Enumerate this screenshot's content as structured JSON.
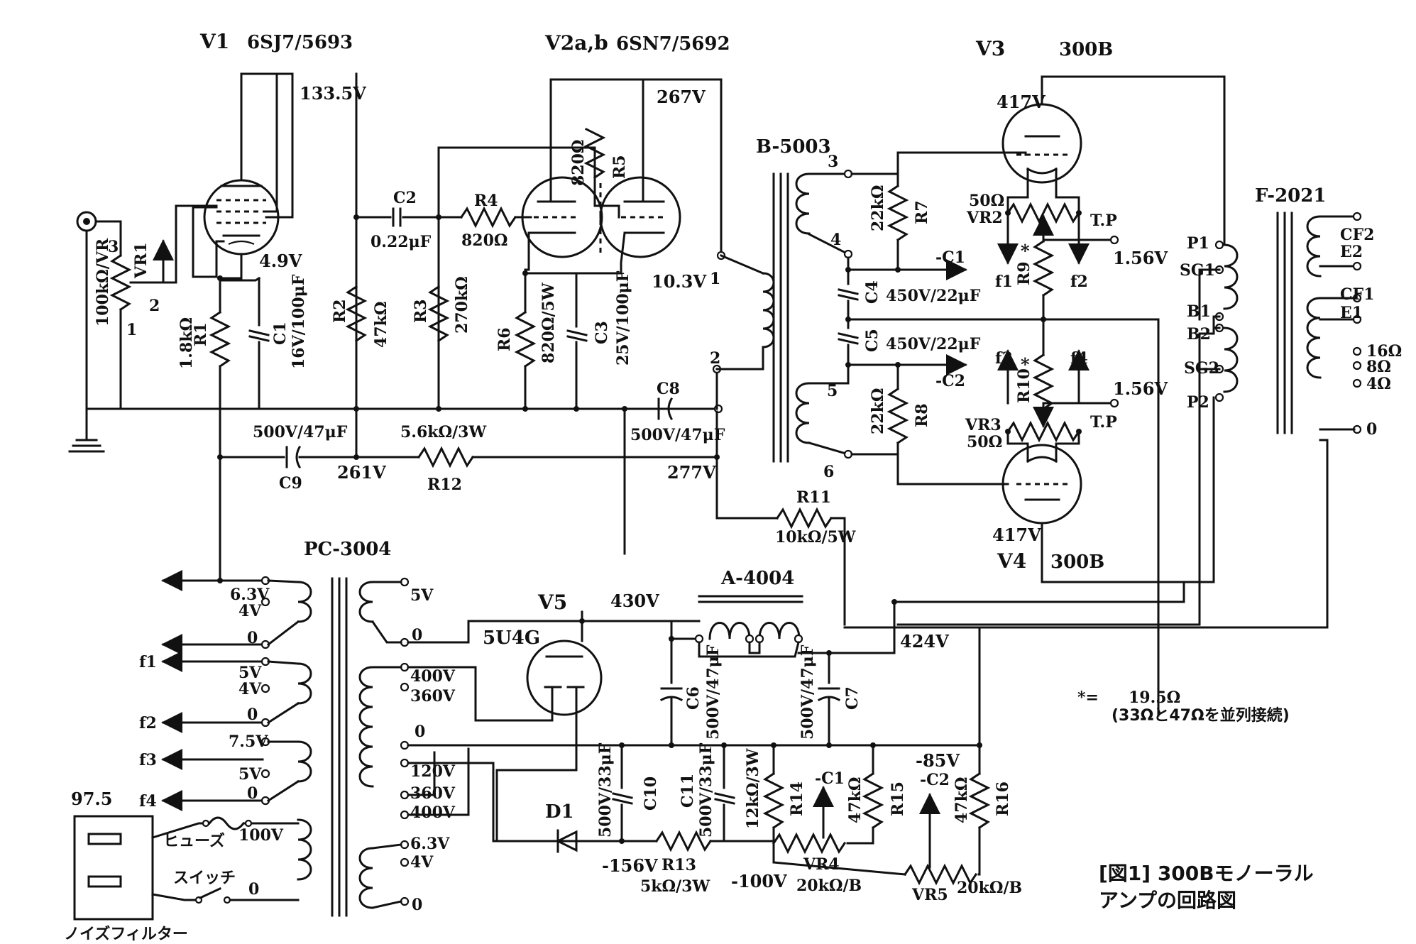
{
  "tubes": {
    "v1": {
      "label": "V1",
      "type": "6SJ7/5693",
      "plate_v": "133.5V",
      "cathode_v": "4.9V"
    },
    "v2": {
      "label": "V2a,b",
      "type": "6SN7/5692",
      "plate_v": "267V",
      "cathode_v": "10.3V"
    },
    "v3": {
      "label": "V3",
      "type": "300B",
      "plate_v": "417V"
    },
    "v4": {
      "label": "V4",
      "type": "300B",
      "plate_v": "417V"
    },
    "v5": {
      "label": "V5",
      "type": "5U4G",
      "out_v": "430V"
    },
    "d1": {
      "label": "D1"
    }
  },
  "components": {
    "vr1": {
      "label": "VR1",
      "value": "100kΩ/VR",
      "pins": [
        "3",
        "2",
        "1"
      ]
    },
    "r1": {
      "label": "R1",
      "value": "1.8kΩ"
    },
    "c1": {
      "label": "C1",
      "value": "16V/100μF"
    },
    "r2": {
      "label": "R2",
      "value": "47kΩ"
    },
    "c2": {
      "label": "C2",
      "value": "0.22μF"
    },
    "r3": {
      "label": "R3",
      "value": "270kΩ"
    },
    "r4": {
      "label": "R4",
      "value": "820Ω"
    },
    "r5": {
      "label": "R5",
      "value": "820Ω"
    },
    "r6": {
      "label": "R6",
      "value": "820Ω/5W"
    },
    "c3": {
      "label": "C3",
      "value": "25V/100μF"
    },
    "c8": {
      "label": "C8",
      "value": "500V/47μF"
    },
    "c9": {
      "label": "C9",
      "value": "500V/47μF"
    },
    "r12": {
      "label": "R12",
      "value": "5.6kΩ/3W"
    },
    "r11": {
      "label": "R11",
      "value": "10kΩ/5W"
    },
    "r7": {
      "label": "R7",
      "value": "22kΩ"
    },
    "r8": {
      "label": "R8",
      "value": "22kΩ"
    },
    "c4": {
      "label": "C4",
      "value": "450V/22μF"
    },
    "c5": {
      "label": "C5",
      "value": "450V/22μF"
    },
    "vr2": {
      "label": "VR2",
      "value": "50Ω"
    },
    "vr3": {
      "label": "VR3",
      "value": "50Ω"
    },
    "r9": {
      "label": "R9",
      "mark": "*"
    },
    "r10": {
      "label": "R10",
      "mark": "*"
    },
    "c6": {
      "label": "C6",
      "value": "500V/47μF"
    },
    "c7": {
      "label": "C7",
      "value": "500V/47μF"
    },
    "c10": {
      "label": "C10",
      "value": "500V/33μF"
    },
    "c11": {
      "label": "C11",
      "value": "500V/33μF"
    },
    "r13": {
      "label": "R13",
      "value": "5kΩ/3W"
    },
    "r14": {
      "label": "R14",
      "value": "12kΩ/3W"
    },
    "r15": {
      "label": "R15",
      "value": "47kΩ"
    },
    "r16": {
      "label": "R16",
      "value": "47kΩ"
    },
    "vr4": {
      "label": "VR4",
      "value": "20kΩ/B"
    },
    "vr5": {
      "label": "VR5",
      "value": "20kΩ/B"
    }
  },
  "transformers": {
    "interstage": {
      "label": "B-5003",
      "pins": [
        "3",
        "4",
        "5",
        "6",
        "1",
        "2"
      ]
    },
    "output": {
      "label": "F-2021",
      "pri": [
        "P1",
        "SG1",
        "B1",
        "B2",
        "SG2",
        "P2"
      ],
      "sec": [
        "CF2",
        "E2",
        "CF1",
        "E1",
        "16Ω",
        "8Ω",
        "4Ω",
        "0"
      ]
    },
    "power": {
      "label": "PC-3004"
    },
    "choke": {
      "label": "A-4004"
    }
  },
  "voltages": {
    "v261": "261V",
    "v277": "277V",
    "v424": "424V",
    "tp1": "1.56V",
    "tp2": "1.56V",
    "neg156": "-156V",
    "neg100": "-100V",
    "neg85": "-85V"
  },
  "labels": {
    "f1": "f1",
    "f2": "f2",
    "f3": "f3",
    "f4": "f4",
    "c1_out": "-C1",
    "c2_out": "-C2",
    "tp": "T.P"
  },
  "power_taps": {
    "left": [
      "6.3V",
      "4V",
      "0",
      "5V",
      "4V",
      "0",
      "7.5V",
      "5V",
      "0"
    ],
    "left_outs": [
      "f1",
      "f2",
      "f3",
      "f4"
    ],
    "mid": [
      "5V",
      "0",
      "400V",
      "360V",
      "0",
      "120V",
      "360V",
      "400V",
      "6.3V",
      "4V",
      "0"
    ],
    "mains": [
      "100V",
      "0"
    ]
  },
  "mains": {
    "number": "97.5",
    "fuse": "ヒューズ",
    "switch": "スイッチ",
    "filter": "ノイズフィルター"
  },
  "note": {
    "mark": "*=",
    "value": "19.5Ω",
    "detail": "(33Ωと47Ωを並列接続)"
  },
  "caption": {
    "line1": "[図1] 300Bモノーラル",
    "line2": "アンプの回路図"
  }
}
